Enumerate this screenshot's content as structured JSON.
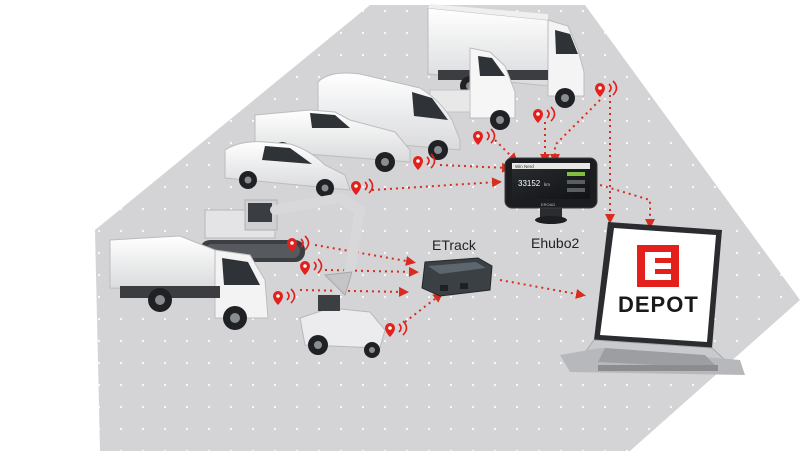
{
  "labels": {
    "etrack": "ETrack",
    "ehubo2": "Ehubo2",
    "depot": "DEPOT"
  },
  "device_screen": {
    "header": "Win Nerd",
    "reading": "33152",
    "unit": "km",
    "brand": "EROAD"
  },
  "colors": {
    "brand_red": "#e3201b",
    "link_red": "#d62d20",
    "floor": "#d4d4d6"
  },
  "icons": [
    "gps-pin-icon",
    "signal-waves-icon",
    "eroad-logo-icon"
  ]
}
